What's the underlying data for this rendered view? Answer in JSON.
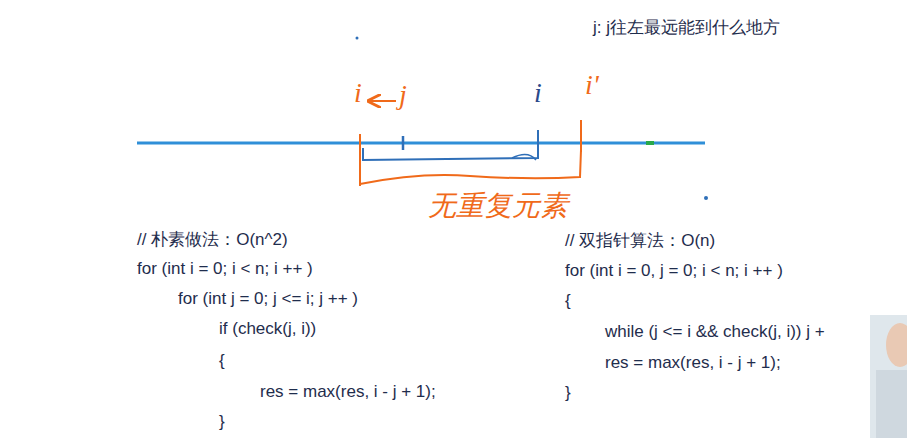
{
  "diagram": {
    "labels": [
      "j: j往左最远能到什么地方",
      "i",
      "j",
      "i",
      "i'",
      "无重复元素",
      "// 朴素做法：O(n^2)",
      "for (int i = 0; i < n; i ++ )",
      "for (int j = 0; j <= i; j ++ )",
      "if (check(j, i))",
      "{",
      "res = max(res, i - j + 1);",
      "}",
      "// 双指针算法：O(n)",
      "for (int i = 0, j = 0; i < n; i ++ )",
      "{",
      "while (j <= i && check(j, i)) j +",
      "res = max(res, i - j + 1);",
      "}"
    ]
  }
}
